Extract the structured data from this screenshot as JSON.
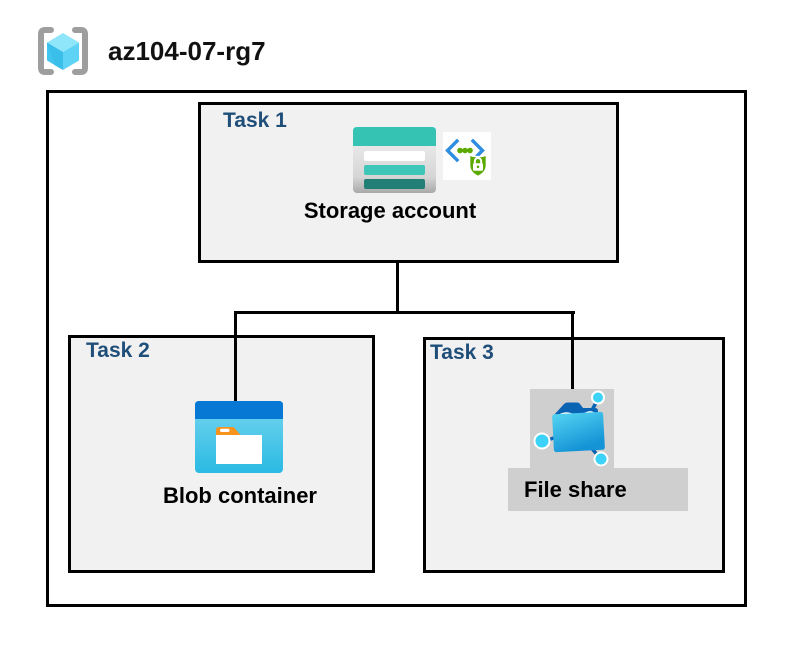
{
  "header": {
    "icon": "resource-group-icon",
    "title": "az104-07-rg7"
  },
  "resource_group": {
    "tasks": [
      {
        "id": "task1",
        "label": "Task 1",
        "item": "Storage account",
        "icons": [
          "storage-account-icon",
          "secure-endpoint-icon"
        ]
      },
      {
        "id": "task2",
        "label": "Task 2",
        "item": "Blob container",
        "icons": [
          "blob-container-icon"
        ]
      },
      {
        "id": "task3",
        "label": "Task 3",
        "item": "File share",
        "icons": [
          "file-share-icon"
        ]
      }
    ],
    "connections": [
      {
        "from": "Storage account",
        "to": "Blob container"
      },
      {
        "from": "Storage account",
        "to": "File share"
      }
    ]
  },
  "colors": {
    "task_label": "#1F4E79",
    "task_box_fill": "#F1F1F2",
    "border": "#000000",
    "selection_gray": "#CFCFCF",
    "storage_teal": "#35C3B4",
    "storage_teal_mid": "#3EC6B8",
    "storage_teal_dark": "#217F76",
    "blob_header_blue": "#0778D4",
    "blob_body_cyan": "#3FC3E8",
    "folder_tab_orange": "#F7941D",
    "fileshare_folder_blue": "#1493D6",
    "fileshare_node_cyan": "#3DD3F8",
    "fileshare_line_blue": "#0B63B4",
    "shield_green": "#5BA902",
    "endpoint_chevron_blue": "#2E8DE0",
    "bracket_gray": "#9E9E9E",
    "cube_top": "#8FE6FB",
    "cube_left": "#41C4EE",
    "cube_right": "#5ED3F5"
  }
}
